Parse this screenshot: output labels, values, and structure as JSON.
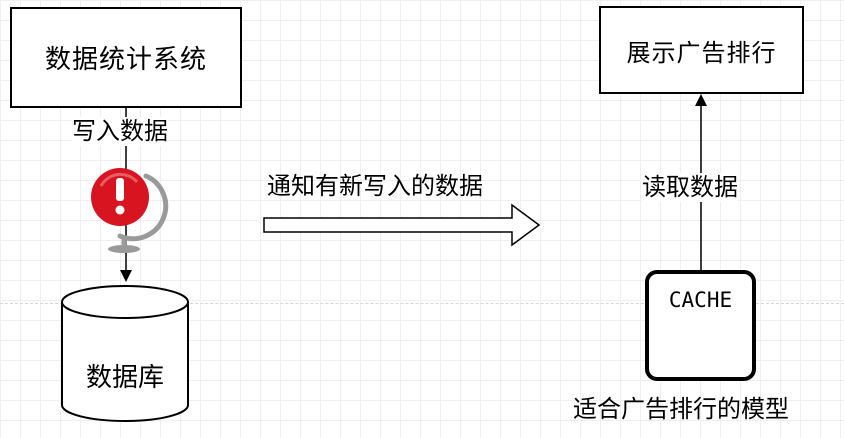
{
  "stats_system": "数据统计系统",
  "write_label": "写入数据",
  "database_label": "数据库",
  "notify_label": "通知有新写入的数据",
  "display_box": "展示广告排行",
  "read_label": "读取数据",
  "cache_label": "CACHE",
  "model_caption": "适合广告排行的模型",
  "colors": {
    "alert_red": "#d7141f",
    "stand_gray": "#9a9a9a"
  }
}
